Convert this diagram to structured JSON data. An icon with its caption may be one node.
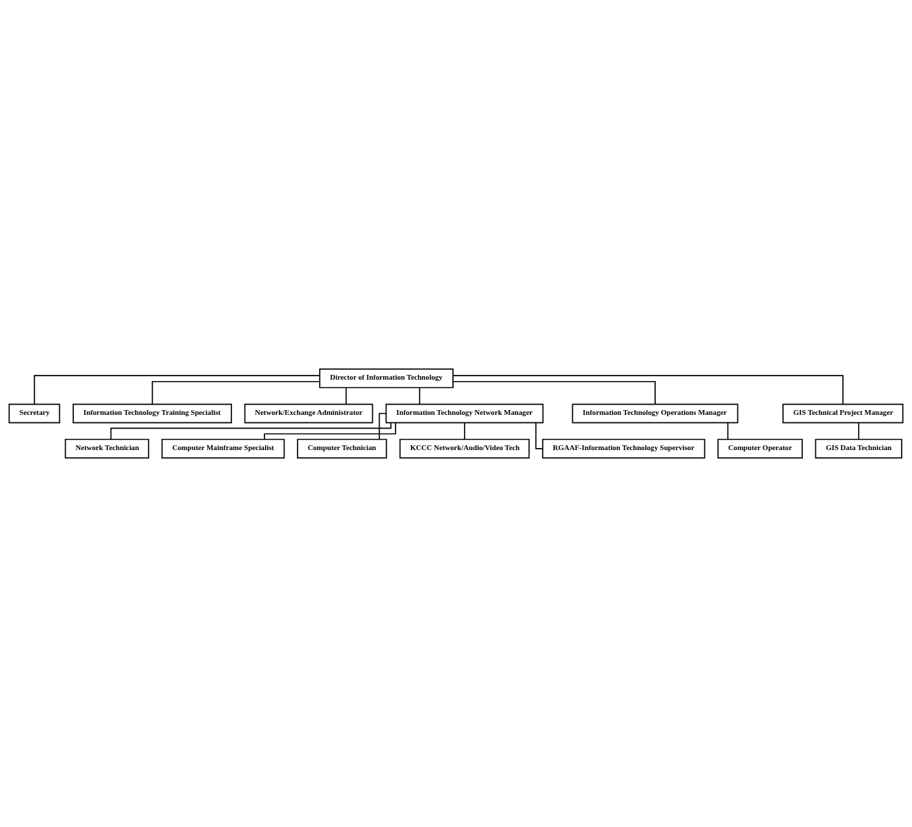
{
  "diagram": {
    "nodes": [
      {
        "text": [
          "Director of Information Technology"
        ]
      },
      {
        "text": [
          "Secretary"
        ]
      },
      {
        "text": [
          "Information Technology Training Specialist"
        ]
      },
      {
        "text": [
          "Network/Exchange Administrator"
        ]
      },
      {
        "text": [
          "Information Technology Network Manager"
        ]
      },
      {
        "text": [
          "Information Technology Operations Manager"
        ]
      },
      {
        "text": [
          "Computer Operator"
        ]
      },
      {
        "text": [
          "GIS Technical Project Manager"
        ]
      },
      {
        "text": [
          "GIS Data Technician"
        ]
      },
      {
        "text": [
          "Network Technician"
        ]
      },
      {
        "text": [
          "Computer Mainframe Specialist"
        ]
      },
      {
        "text": [
          "Computer Technician"
        ]
      },
      {
        "text": [
          "KCCC Network/Audio/Video Tech"
        ]
      },
      {
        "text": [
          "RGAAF-Information Technology Supervisor"
        ]
      }
    ],
    "edges": [
      {
        "from": 0,
        "to": 1,
        "arrow": "none"
      },
      {
        "from": 0,
        "to": 2,
        "arrow": "none"
      },
      {
        "from": 0,
        "to": 3,
        "arrow": "none"
      },
      {
        "from": 0,
        "to": 4,
        "arrow": "none"
      },
      {
        "from": 0,
        "to": 5,
        "arrow": "none"
      },
      {
        "from": 5,
        "to": 6,
        "arrow": "none"
      },
      {
        "from": 0,
        "to": 7,
        "arrow": "none"
      },
      {
        "from": 7,
        "to": 8,
        "arrow": "none"
      },
      {
        "from": 4,
        "to": 9,
        "arrow": "none"
      },
      {
        "from": 4,
        "to": 10,
        "arrow": "none"
      },
      {
        "from": 4,
        "to": 11,
        "arrow": "none"
      },
      {
        "from": 4,
        "to": 12,
        "arrow": "none"
      },
      {
        "from": 4,
        "to": 13,
        "arrow": "none"
      }
    ]
  }
}
